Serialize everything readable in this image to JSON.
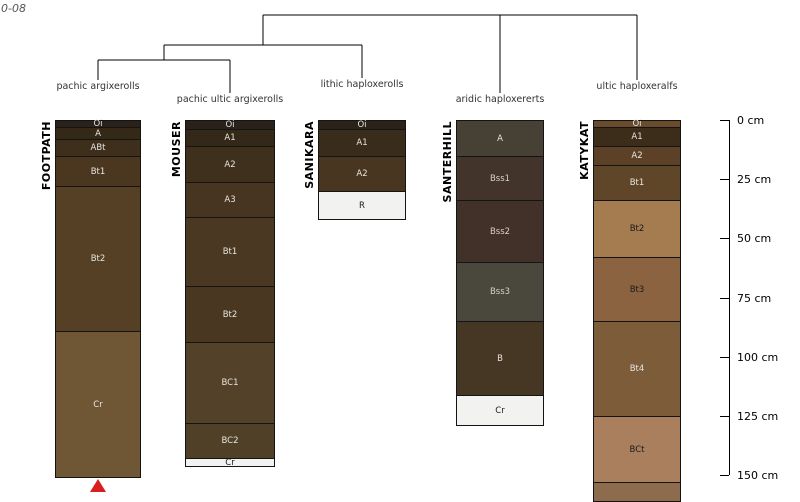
{
  "watermark": "0-08",
  "chart_data": {
    "type": "soil-profile-collection-with-dendrogram",
    "dendrogram": {
      "topology": "(((FOOTPATH,MOUSER),SANIKARA),(SANTERHILL,KATYKAT))",
      "leaves": [
        "FOOTPATH",
        "MOUSER",
        "SANIKARA",
        "SANTERHILL",
        "KATYKAT"
      ]
    },
    "depth_axis": {
      "unit": "cm",
      "ticks_cm": [
        0,
        25,
        50,
        75,
        100,
        125,
        150
      ],
      "tick_labels": [
        "0 cm",
        "25 cm",
        "50 cm",
        "75 cm",
        "100 cm",
        "125 cm",
        "150 cm"
      ]
    },
    "profiles": [
      {
        "id": "FOOTPATH",
        "subgroup": "pachic argixerolls",
        "bottom_marker": "red-triangle",
        "horizons": [
          {
            "name": "Oi",
            "top_cm": 0,
            "bottom_cm": 3,
            "color": "#29211a",
            "label_color": "#e8e5df"
          },
          {
            "name": "A",
            "top_cm": 3,
            "bottom_cm": 8,
            "color": "#342817",
            "label_color": "#e8e5df"
          },
          {
            "name": "ABt",
            "top_cm": 8,
            "bottom_cm": 15,
            "color": "#3e2f1d",
            "label_color": "#e8e5df"
          },
          {
            "name": "Bt1",
            "top_cm": 15,
            "bottom_cm": 28,
            "color": "#4b3720",
            "label_color": "#e8e5df"
          },
          {
            "name": "Bt2",
            "top_cm": 28,
            "bottom_cm": 89,
            "color": "#554026",
            "label_color": "#e8e5df"
          },
          {
            "name": "Cr",
            "top_cm": 89,
            "bottom_cm": 151,
            "color": "#6f5735",
            "label_color": "#e8e5df"
          }
        ]
      },
      {
        "id": "MOUSER",
        "subgroup": "pachic ultic argixerolls",
        "bottom_marker": null,
        "horizons": [
          {
            "name": "Oi",
            "top_cm": 0,
            "bottom_cm": 4,
            "color": "#29211a",
            "label_color": "#e8e5df"
          },
          {
            "name": "A1",
            "top_cm": 4,
            "bottom_cm": 11,
            "color": "#342818",
            "label_color": "#e8e5df"
          },
          {
            "name": "A2",
            "top_cm": 11,
            "bottom_cm": 26,
            "color": "#3f301e",
            "label_color": "#e8e5df"
          },
          {
            "name": "A3",
            "top_cm": 26,
            "bottom_cm": 41,
            "color": "#473521",
            "label_color": "#e8e5df"
          },
          {
            "name": "Bt1",
            "top_cm": 41,
            "bottom_cm": 70,
            "color": "#4b3823",
            "label_color": "#e8e5df"
          },
          {
            "name": "Bt2",
            "top_cm": 70,
            "bottom_cm": 94,
            "color": "#493722",
            "label_color": "#e8e5df"
          },
          {
            "name": "BC1",
            "top_cm": 94,
            "bottom_cm": 128,
            "color": "#544129",
            "label_color": "#e8e5df"
          },
          {
            "name": "BC2",
            "top_cm": 128,
            "bottom_cm": 143,
            "color": "#504027",
            "label_color": "#e8e5df"
          },
          {
            "name": "Cr",
            "top_cm": 143,
            "bottom_cm": 146,
            "color": "#f2f2f0",
            "label_color": "#1a1a1a"
          }
        ]
      },
      {
        "id": "SANIKARA",
        "subgroup": "lithic haploxerolls",
        "bottom_marker": null,
        "horizons": [
          {
            "name": "Oi",
            "top_cm": 0,
            "bottom_cm": 4,
            "color": "#2b221a",
            "label_color": "#e8e5df"
          },
          {
            "name": "A1",
            "top_cm": 4,
            "bottom_cm": 15,
            "color": "#3a2c1b",
            "label_color": "#e8e5df"
          },
          {
            "name": "A2",
            "top_cm": 15,
            "bottom_cm": 30,
            "color": "#483621",
            "label_color": "#e8e5df"
          },
          {
            "name": "R",
            "top_cm": 30,
            "bottom_cm": 42,
            "color": "#f2f2f0",
            "label_color": "#1a1a1a"
          }
        ]
      },
      {
        "id": "SANTERHILL",
        "subgroup": "aridic haploxererts",
        "bottom_marker": null,
        "horizons": [
          {
            "name": "A",
            "top_cm": 0,
            "bottom_cm": 15,
            "color": "#474034",
            "label_color": "#e8e5df"
          },
          {
            "name": "Bss1",
            "top_cm": 15,
            "bottom_cm": 34,
            "color": "#42342b",
            "label_color": "#d6d1c8"
          },
          {
            "name": "Bss2",
            "top_cm": 34,
            "bottom_cm": 60,
            "color": "#413128",
            "label_color": "#d6d1c8"
          },
          {
            "name": "Bss3",
            "top_cm": 60,
            "bottom_cm": 85,
            "color": "#4a473c",
            "label_color": "#d6d1c8"
          },
          {
            "name": "B",
            "top_cm": 85,
            "bottom_cm": 116,
            "color": "#463724",
            "label_color": "#e8e5df"
          },
          {
            "name": "Cr",
            "top_cm": 116,
            "bottom_cm": 129,
            "color": "#f2f2f0",
            "label_color": "#1a1a1a"
          }
        ]
      },
      {
        "id": "KATYKAT",
        "subgroup": "ultic haploxeralfs",
        "bottom_marker": null,
        "horizons": [
          {
            "name": "Oi",
            "top_cm": 0,
            "bottom_cm": 3,
            "color": "#6a4b2b",
            "label_color": "#e8e5df"
          },
          {
            "name": "A1",
            "top_cm": 3,
            "bottom_cm": 11,
            "color": "#3c2c1a",
            "label_color": "#e8e5df"
          },
          {
            "name": "A2",
            "top_cm": 11,
            "bottom_cm": 19,
            "color": "#5c4126",
            "label_color": "#e8e5df"
          },
          {
            "name": "Bt1",
            "top_cm": 19,
            "bottom_cm": 34,
            "color": "#604628",
            "label_color": "#e8e5df"
          },
          {
            "name": "Bt2",
            "top_cm": 34,
            "bottom_cm": 58,
            "color": "#a47c50",
            "label_color": "#1a1a1a"
          },
          {
            "name": "Bt3",
            "top_cm": 58,
            "bottom_cm": 85,
            "color": "#8c6340",
            "label_color": "#1a1a1a"
          },
          {
            "name": "Bt4",
            "top_cm": 85,
            "bottom_cm": 125,
            "color": "#7d5c3a",
            "label_color": "#e8e5df"
          },
          {
            "name": "BCt",
            "top_cm": 125,
            "bottom_cm": 153,
            "color": "#aa7f5e",
            "label_color": "#1a1a1a"
          },
          {
            "name": "",
            "top_cm": 153,
            "bottom_cm": 161,
            "color": "#8c6c4c",
            "label_color": "#e8e5df"
          }
        ]
      }
    ]
  }
}
